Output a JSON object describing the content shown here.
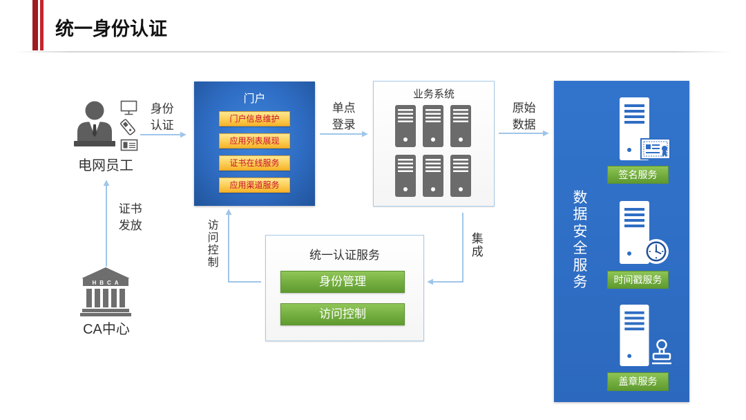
{
  "header": {
    "title": "统一身份认证"
  },
  "employee": {
    "label": "电网员工",
    "icon": "businessman-icon",
    "device_icons": [
      "computer-icon",
      "usb-key-icon",
      "id-card-icon"
    ]
  },
  "ca_center": {
    "label": "CA中心",
    "emblem": "HBCA",
    "icon": "bank-building-icon"
  },
  "connectors": {
    "identity_auth": "身份认证",
    "cert_issue": "证书发放",
    "sso": "单点登录",
    "raw_data": "原始数据",
    "integration": "集成",
    "access_control": "访问控制"
  },
  "portal": {
    "title": "门户",
    "items": [
      "门户信息维护",
      "应用列表展现",
      "证书在线服务",
      "应用渠道服务"
    ]
  },
  "business_system": {
    "title": "业务系统",
    "icon": "server-icon"
  },
  "auth_service": {
    "title": "统一认证服务",
    "modules": [
      "身份管理",
      "访问控制"
    ]
  },
  "data_security": {
    "title": "数据安全服务",
    "services": [
      {
        "label": "签名服务",
        "icon": "certificate-icon"
      },
      {
        "label": "时间戳服务",
        "icon": "clock-icon"
      },
      {
        "label": "盖章服务",
        "icon": "stamp-icon"
      }
    ]
  },
  "colors": {
    "title_accent": "#9e1b21",
    "panel_blue": "#2f6dc4",
    "portal_item_bg": "#f9c548",
    "portal_item_text": "#c8102e",
    "module_green": "#72ac3e",
    "connector": "#9fc5e8",
    "icon_gray": "#5e5e5e",
    "text": "#333333"
  }
}
